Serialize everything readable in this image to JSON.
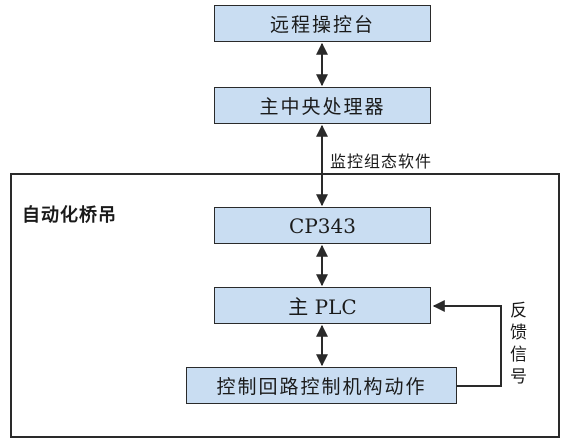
{
  "container": {
    "title": "自动化桥吊"
  },
  "nodes": {
    "remote_console": "远程操控台",
    "main_cpu": "主中央处理器",
    "cp343": "CP343",
    "main_plc": "主 PLC",
    "control_loop": "控制回路控制机构动作"
  },
  "edges": {
    "scada_label": "监控组态软件",
    "feedback_label": [
      "反",
      "馈",
      "信",
      "号"
    ]
  },
  "colors": {
    "box_fill": "#c9ddf2",
    "stroke": "#2a2a2a"
  }
}
